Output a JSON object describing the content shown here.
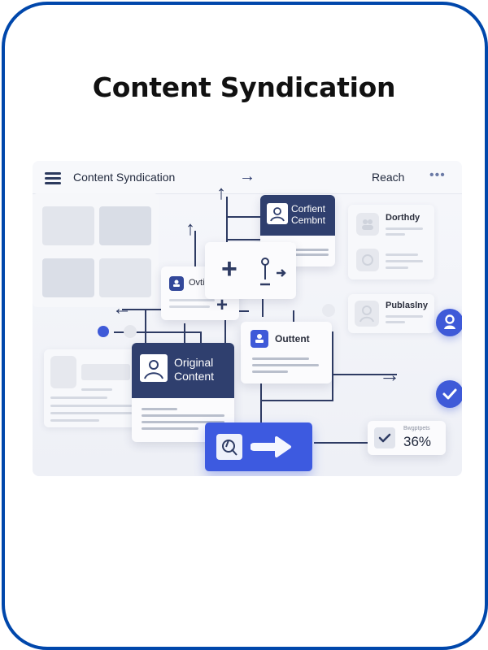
{
  "page": {
    "title": "Content Syndication",
    "frame_color": "#0047ab"
  },
  "illustration": {
    "header": {
      "menu_icon": "hamburger-icon",
      "title": "Content Syndication",
      "arrow": "→",
      "reach_label": "Reach",
      "more": "•••"
    },
    "cards": {
      "content_comment": {
        "line1": "Corfient",
        "line2": "Cembnt"
      },
      "distribution": {
        "label": "Dorthdy"
      },
      "publishing": {
        "label": "Publaslny"
      },
      "outbet": {
        "label": "Ovtibet"
      },
      "outtent": {
        "label": "Outtent"
      },
      "original": {
        "line1": "Original",
        "line2": "Content"
      },
      "stat": {
        "caption": "Bwgptpets",
        "value": "36%"
      }
    },
    "glyphs": {
      "plus": "+",
      "arrow_right": "→",
      "arrow_left": "←",
      "arrow_up": "↑",
      "check": "✓"
    },
    "colors": {
      "navy": "#2f3f6e",
      "accent_blue": "#3d5ae0",
      "line": "#2e3b63",
      "panel": "#f1f3f8"
    }
  }
}
